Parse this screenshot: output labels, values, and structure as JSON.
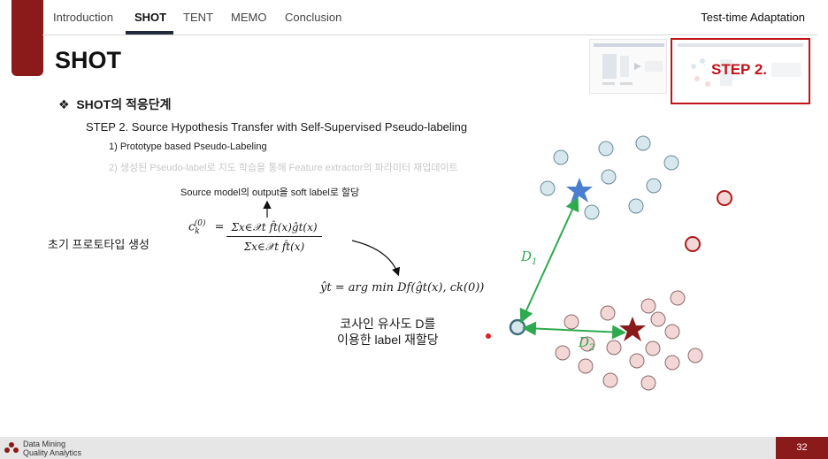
{
  "nav": {
    "tabs": [
      "Introduction",
      "SHOT",
      "TENT",
      "MEMO",
      "Conclusion"
    ],
    "active_tab": "SHOT",
    "deck_title": "Test-time Adaptation"
  },
  "slide": {
    "title": "SHOT",
    "thumbnail_step": "STEP 2.",
    "section_heading": "SHOT의 적응단계",
    "step_line": "STEP 2.  Source Hypothesis Transfer with Self-Supervised Pseudo-labeling",
    "sub_items": [
      "1)  Prototype based Pseudo-Labeling",
      "2)  생성된 Pseudo-label로 지도 학습을 통해 Feature extractor의 파라미터 재업데이트"
    ],
    "source_note": "Source model의 output을 soft label로 할당",
    "init_label": "초기 프로토타입 생성",
    "formula_lhs": "c",
    "formula_numerator": "Σx∈𝒳t f̂t(x)ĝt(x)",
    "formula_denominator": "Σx∈𝒳t f̂t(x)",
    "formula_argmin": "ŷt = arg min Df(ĝt(x), ck(0))",
    "cosine_note_line1": "코사인 유사도 D를",
    "cosine_note_line2": "이용한 label 재할당",
    "d1_label": "D1",
    "d2_label": "D2"
  },
  "footer": {
    "brand_line1": "Data Mining",
    "brand_line2": "Quality Analytics",
    "page_number": "32"
  },
  "colors": {
    "accent": "#8b1a1a",
    "nav_underline": "#1f2b3a",
    "blue_point": "#d6e8ee",
    "pink_point": "#f3d6d6",
    "green_arrow": "#2eaa4e",
    "blue_star": "#4a7fd0",
    "red_star": "#8b1a1a",
    "highlight": "#c0141a"
  },
  "icons": [
    "blue-star-icon",
    "red-star-icon",
    "diamond-bullet-icon",
    "dmqa-logo-icon"
  ]
}
